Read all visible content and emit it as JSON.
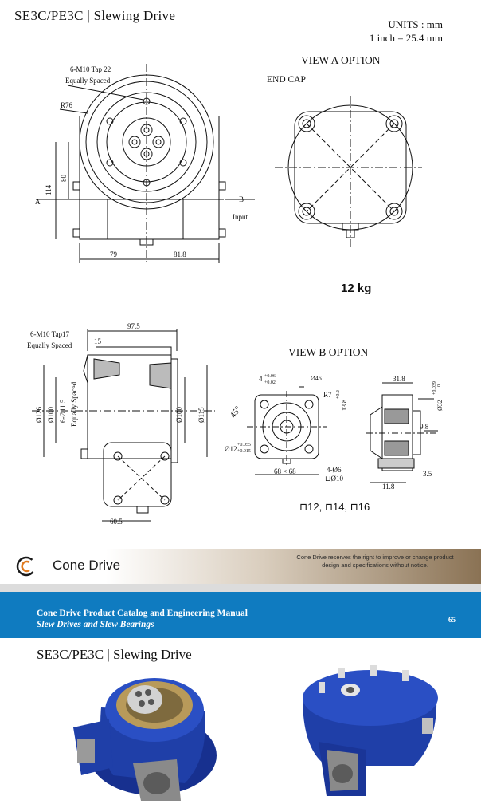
{
  "page": {
    "title": "SE3C/PE3C | Slewing Drive",
    "units_line1": "UNITS : mm",
    "units_line2": "1 inch = 25.4 mm",
    "view_a": "VIEW A OPTION",
    "end_cap": "END CAP",
    "weight": "12 kg",
    "view_b": "VIEW B OPTION",
    "shaft_options": "⊓12, ⊓14, ⊓16"
  },
  "drawing_front": {
    "tap_note": "6-M10 Tap 22",
    "tap_note2": "Equally Spaced",
    "r76": "R76",
    "dim_114": "114",
    "dim_80": "80",
    "label_a": "A",
    "label_b": "B",
    "label_input": "Input",
    "dim_79": "79",
    "dim_81_8": "81.8"
  },
  "drawing_side": {
    "tap_note": "6-M10 Tap17",
    "tap_note2": "Equally Spaced",
    "dim_97_5": "97.5",
    "dim_15": "15",
    "dim_126": "Ø126",
    "dim_100a": "Ø100",
    "dim_11_5": "6-Ø11.5",
    "equally": "Equally Spaced",
    "dim_100b": "Ø100",
    "dim_115": "Ø115",
    "dim_60_5": "60.5"
  },
  "drawing_viewb": {
    "tol_top": "4",
    "tol_up": "+0.06",
    "tol_dn": "+0.02",
    "dia46": "Ø46",
    "r7": "R7",
    "dim_13_8": "13.8",
    "tol_13_8": "+0.2",
    "deg45": "45°",
    "dia12": "Ø12",
    "tol_12_up": "+0.055",
    "tol_12_dn": "+0.015",
    "dim_68": "68 × 68",
    "holes": "4-Ø6",
    "cbore": "⊔Ø10"
  },
  "drawing_section": {
    "dim_31_8": "31.8",
    "dia32": "Ø32",
    "tol32_up": "+0.039",
    "tol32_dn": "0",
    "dim_9_8": "9.8",
    "dim_3_5": "3.5",
    "dim_11_8": "11.8"
  },
  "footer": {
    "brand": "Cone Drive",
    "reserve": "Cone Drive reserves the right to improve or change product design and specifications without notice.",
    "manual_line1": "Cone Drive Product Catalog and Engineering Manual",
    "manual_line2": "Slew Drives and Slew Bearings",
    "page_number": "65",
    "title2": "SE3C/PE3C | Slewing Drive"
  },
  "colors": {
    "blue_bar": "#0f7bc0",
    "product_blue": "#1f3fa8",
    "bronze_ring": "#b89a5a"
  }
}
